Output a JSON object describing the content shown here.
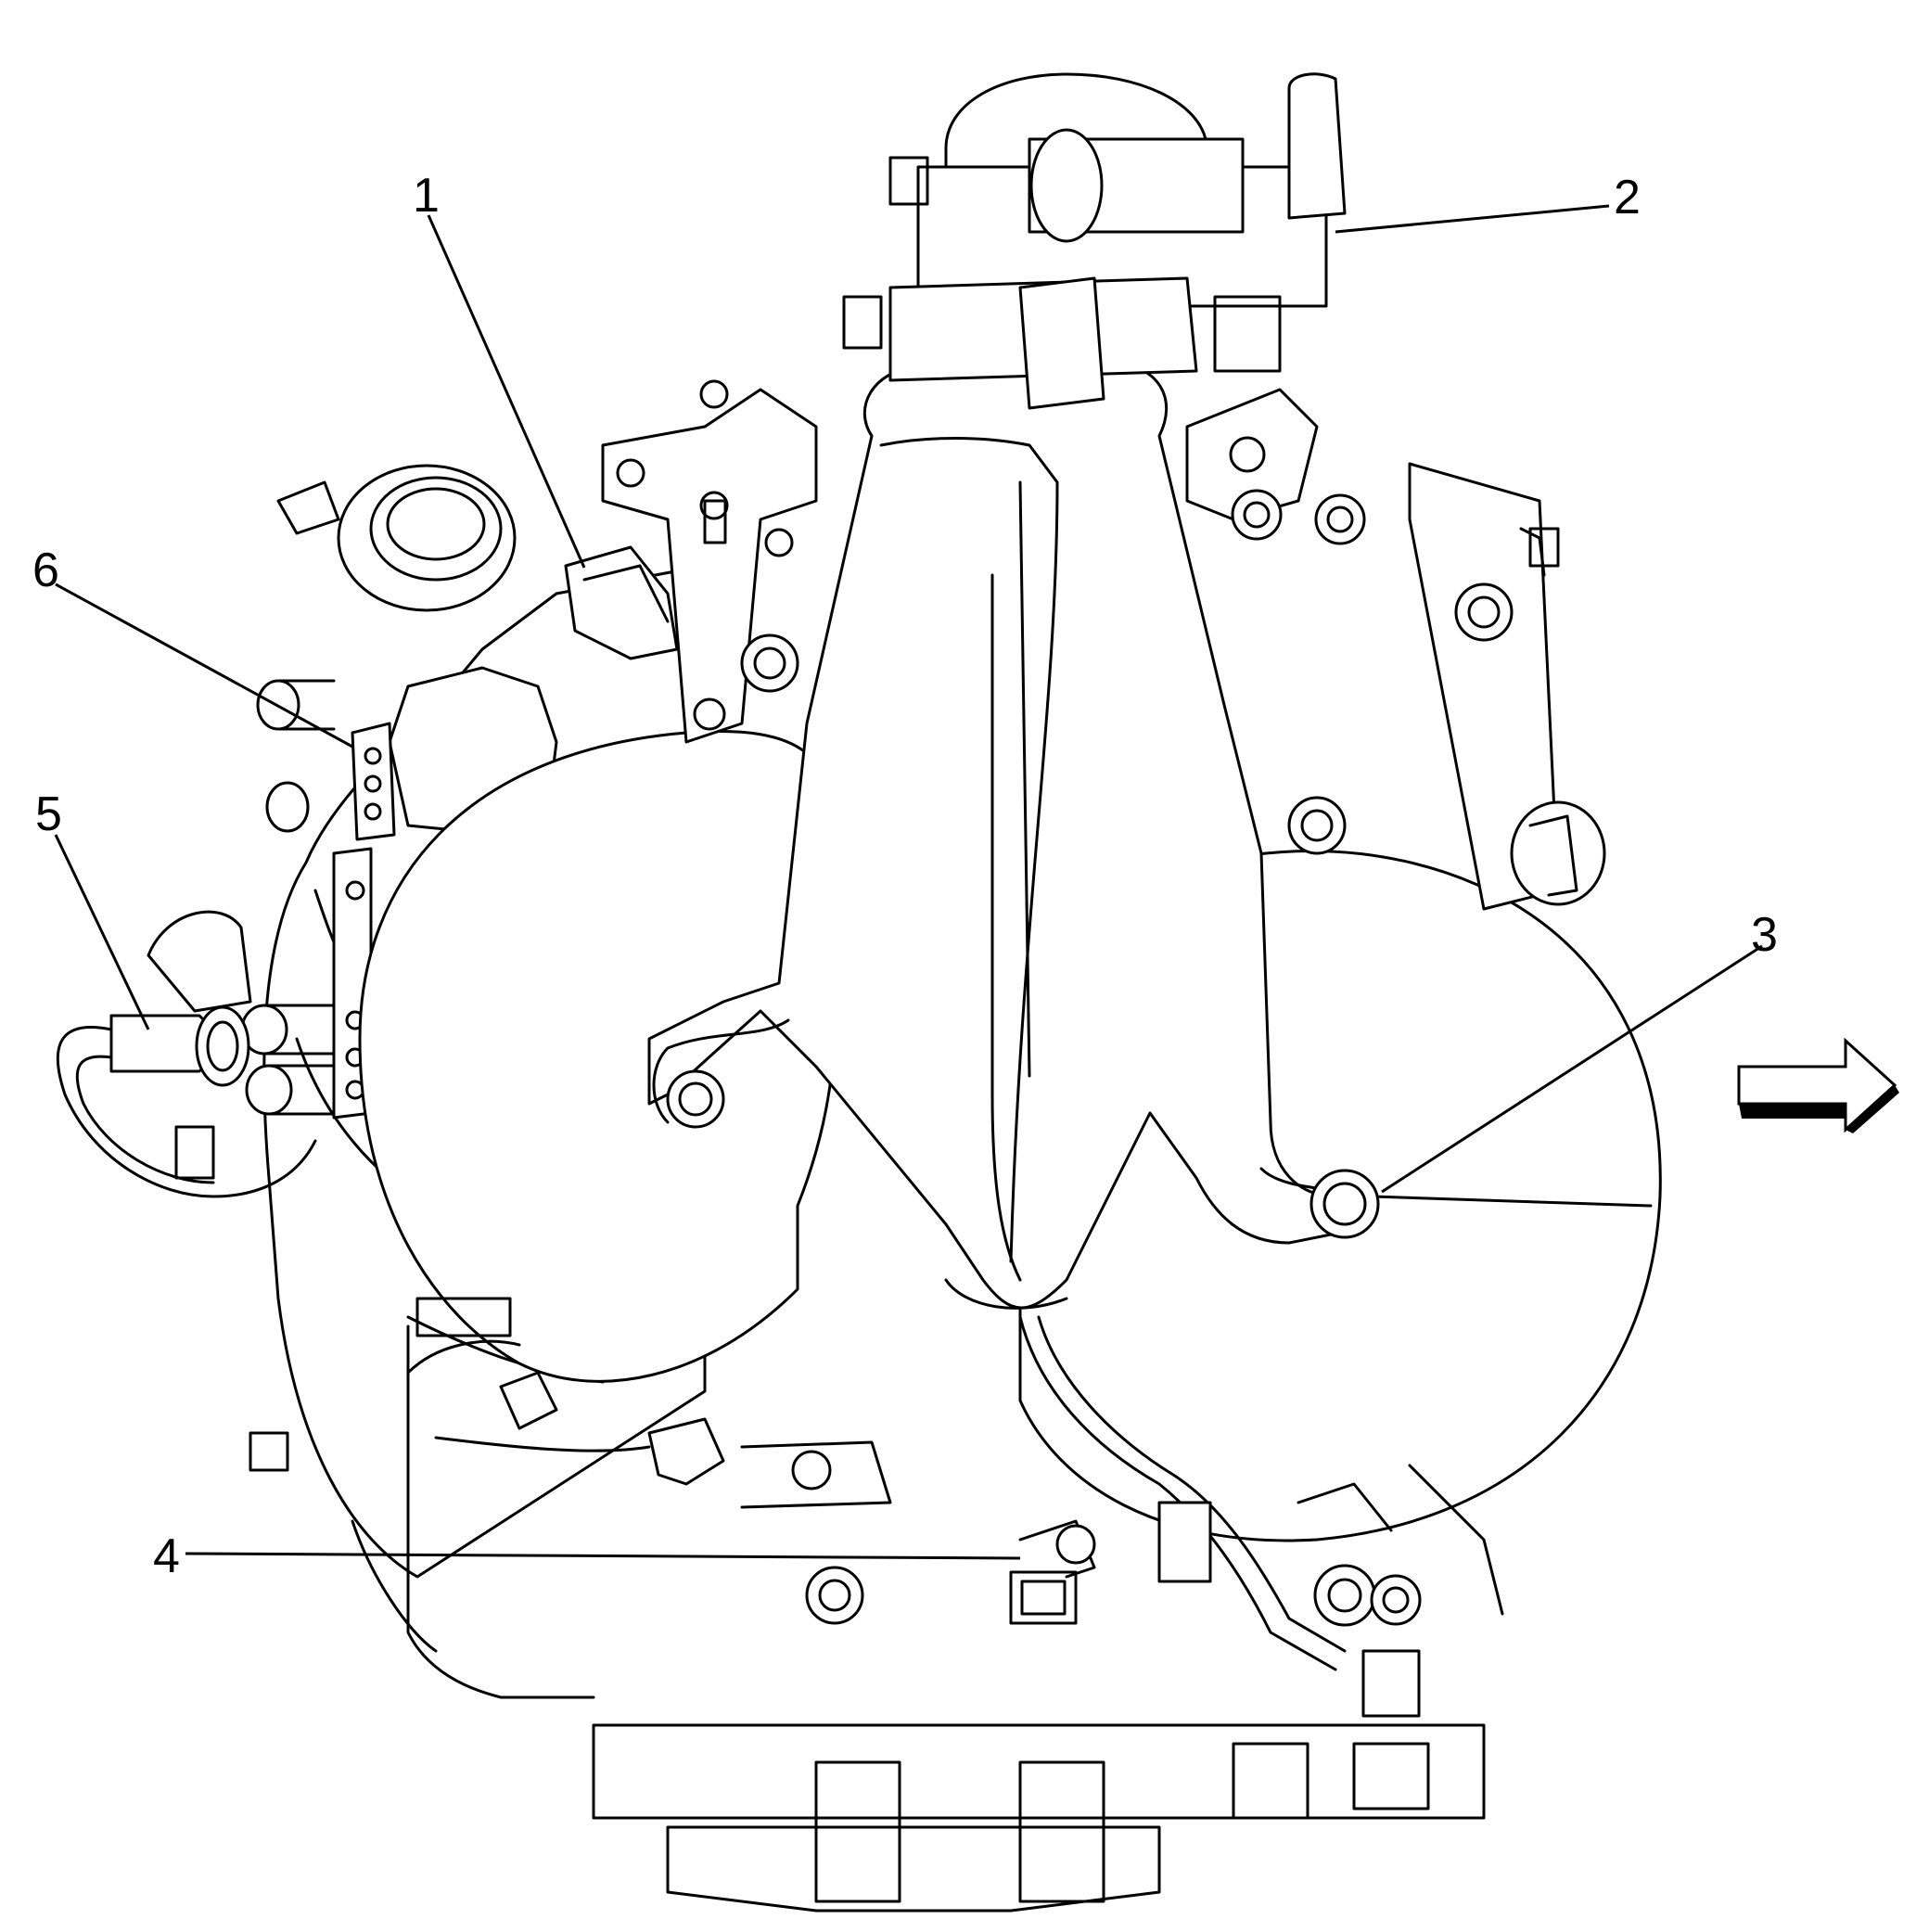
{
  "callouts": [
    {
      "id": "1",
      "label": "1"
    },
    {
      "id": "2",
      "label": "2"
    },
    {
      "id": "3",
      "label": "3"
    },
    {
      "id": "4",
      "label": "4"
    },
    {
      "id": "5",
      "label": "5"
    },
    {
      "id": "6",
      "label": "6"
    }
  ],
  "direction_arrow": {
    "icon": "right-arrow-icon"
  },
  "colors": {
    "line": "#000000",
    "background": "#ffffff"
  }
}
